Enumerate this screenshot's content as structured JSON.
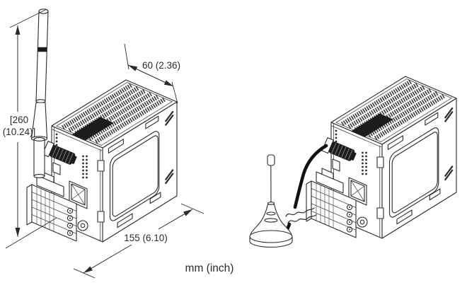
{
  "figure": {
    "type": "technical-dimension-drawing",
    "units_note": "mm (inch)",
    "dimensions": {
      "overall_height": {
        "label_line1": "[260",
        "label_line2": "(10.24)]",
        "mm": 260,
        "inch": 10.24
      },
      "depth": {
        "label": "60 (2.36)",
        "mm": 60,
        "inch": 2.36
      },
      "width": {
        "label": "155 (6.10)",
        "mm": 155,
        "inch": 6.1
      }
    },
    "colors": {
      "line": "#2b2b2b",
      "black_detail": "#1c1c1c",
      "background": "#ffffff"
    },
    "views": [
      {
        "name": "module-with-attached-antenna"
      },
      {
        "name": "module-with-remote-magnetic-base-antenna"
      }
    ]
  }
}
